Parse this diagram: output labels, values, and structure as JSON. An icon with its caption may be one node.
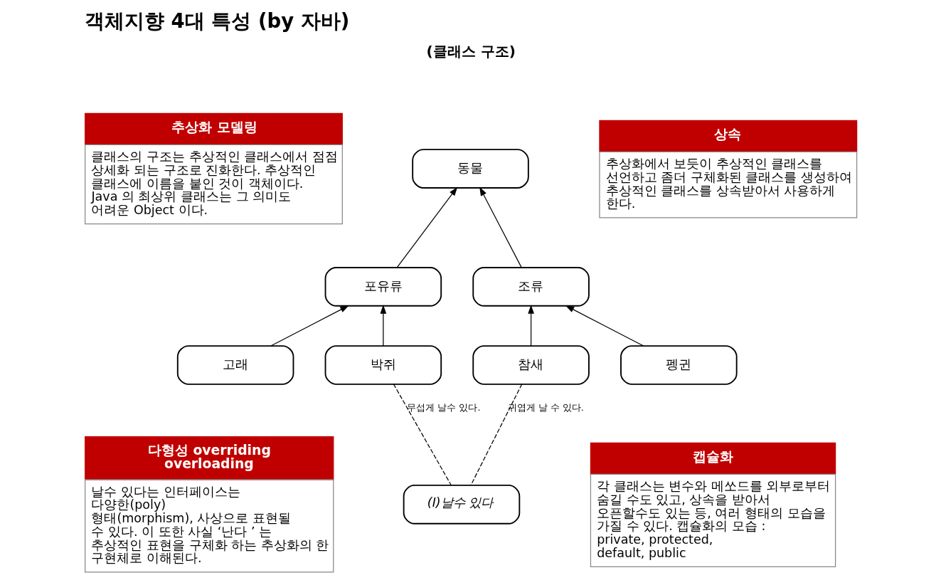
{
  "diagram": {
    "title": "객체지향 4대 특성 (by 자바)",
    "nodes": [
      {
        "text": [
          "동물"
        ]
      },
      {
        "text": [
          "포유류"
        ]
      },
      {
        "text": [
          "조류"
        ]
      },
      {
        "text": [
          "고래"
        ]
      },
      {
        "text": [
          "박쥐"
        ]
      },
      {
        "text": [
          "참새"
        ]
      },
      {
        "text": [
          "펭귄"
        ]
      },
      {
        "text": [
          "(I)날수 있다"
        ]
      },
      {
        "text": [
          "추상화 모델링",
          "클래스의 구조는 추상적인 클래스에서 점점 상세화 되는 구조로 진화한다. 추상적인 클래스에 이름을 붙인 것이 객체이다. Java 의 최상위 클래스는 그 의미도 어려운 Object 이다."
        ]
      },
      {
        "text": [
          "상속",
          "추상화에서 보듯이 추상적인 클래스를 선언하고 좀더 구체화된 클래스를 생성하여 추상적인 클래스를 상속받아서 사용하게 한다."
        ]
      },
      {
        "text": [
          "다형성 overriding overloading",
          "날수 있다는 인터페이스는 다양한(poly) 형태(morphism), 사상으로 표현될 수 있다. 이 또한 사실 ‘난다 ’ 는 추상적인 표현을 구체화 하는 추상화의 한 구현체로 이해된다."
        ]
      },
      {
        "text": [
          "캡슐화",
          "각 클래스는 변수와 메쏘드를 외부로부터 숨길 수도 있고, 상속을 받아서 오픈할수도 있는 등, 여러 형태의 모습을 가질 수 있다. 캡슐화의 모습 : private, protected, default, public"
        ]
      }
    ],
    "edges": [
      {
        "from": 1,
        "to": 0,
        "arrow": "to"
      },
      {
        "from": 2,
        "to": 0,
        "arrow": "to"
      },
      {
        "from": 3,
        "to": 1,
        "arrow": "to"
      },
      {
        "from": 4,
        "to": 1,
        "arrow": "to"
      },
      {
        "from": 5,
        "to": 2,
        "arrow": "to"
      },
      {
        "from": 6,
        "to": 2,
        "arrow": "to"
      },
      {
        "from": 4,
        "to": 7,
        "arrow": "none",
        "style": "dashed",
        "label": "무섭게 날수 있다."
      },
      {
        "from": 5,
        "to": 7,
        "arrow": "none",
        "style": "dashed",
        "label": "귀엽게 날 수 있다."
      }
    ],
    "labels": [
      "(클래스 구조)"
    ]
  }
}
